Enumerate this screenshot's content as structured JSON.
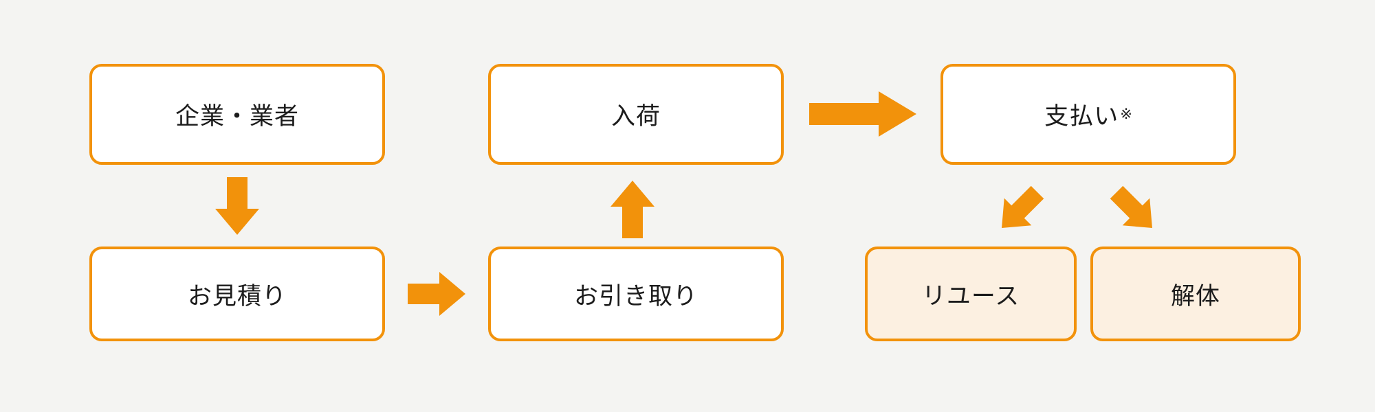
{
  "diagram": {
    "type": "flowchart",
    "background_color": "#F4F4F2",
    "colors": {
      "accent_orange": "#F2920B",
      "box_fill": "#FFFFFF",
      "result_box_fill": "#FCF0E1",
      "text": "#1C1C1C"
    },
    "nodes": {
      "company": {
        "label": "企業・業者"
      },
      "estimate": {
        "label": "お見積り"
      },
      "arrival": {
        "label": "入荷"
      },
      "pickup": {
        "label": "お引き取り"
      },
      "payment": {
        "label": "支払い",
        "note": "※"
      },
      "reuse": {
        "label": "リユース"
      },
      "dismantle": {
        "label": "解体"
      }
    },
    "arrows": [
      {
        "from": "company",
        "to": "estimate",
        "direction": "down"
      },
      {
        "from": "estimate",
        "to": "pickup",
        "direction": "right"
      },
      {
        "from": "pickup",
        "to": "arrival",
        "direction": "up"
      },
      {
        "from": "arrival",
        "to": "payment",
        "direction": "right"
      },
      {
        "from": "payment",
        "to": "reuse",
        "direction": "down-left"
      },
      {
        "from": "payment",
        "to": "dismantle",
        "direction": "down-right"
      }
    ]
  }
}
